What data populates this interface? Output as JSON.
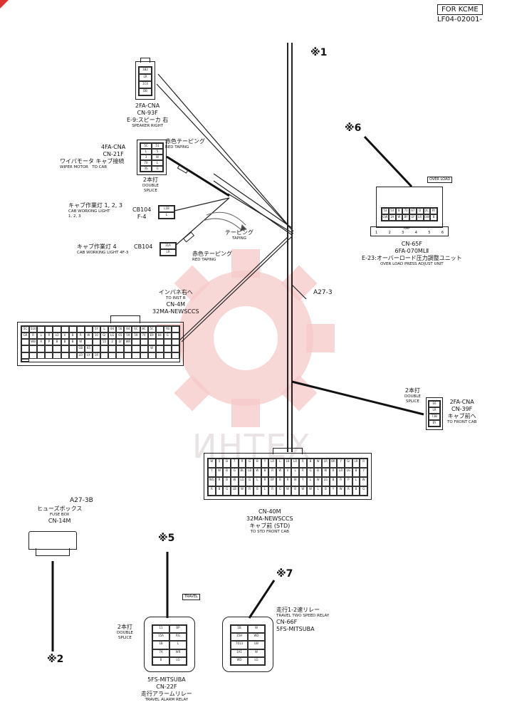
{
  "header": {
    "for_label": "FOR KCME",
    "doc_number": "LF04-02001-"
  },
  "watermark": "ИНТЕХ",
  "marks": {
    "m1": "※1",
    "m2": "※2",
    "m5": "※5",
    "m6": "※6",
    "m7": "※7"
  },
  "harness": {
    "a27_3": "A27-3",
    "a27_3b": "A27-3B"
  },
  "connectors": {
    "cn93f": {
      "l1": "2FA-CNA",
      "l2": "CN-93F",
      "l3": "E-9:スピーカ 右",
      "l4": "SPEAKER RIGHT",
      "pins": [
        "1B2",
        "LR",
        "1C4",
        "DB"
      ]
    },
    "cn21f": {
      "l1": "4FA-CNA",
      "l2": "CN-21F",
      "l3": "ワイパモータ",
      "l4": "WIPER MOTOR",
      "l5": "キャブ接続",
      "l6": "TO CAB",
      "splice_jp": "2本打",
      "splice_en1": "DOUBLE",
      "splice_en2": "SPLICE",
      "red_jp": "赤色テーピング",
      "red_en": "RED TAPING",
      "pins": [
        "5C",
        "51",
        "L",
        "5",
        "3",
        "W",
        "7X",
        "L",
        "3S",
        "G"
      ]
    },
    "cb104a": {
      "l1": "キャブ作業灯 1, 2, 3",
      "l2": "CAB WORKING LIGHT",
      "l3": "1, 2, 3",
      "l4": "CB104",
      "l5": "F-4",
      "pins": [
        "L1B",
        "L"
      ]
    },
    "cb104b": {
      "l1": "キャブ作業灯 4",
      "l2": "CAB WORKING LIGHT 4F-3",
      "l3": "CB104",
      "pins": [
        "31A",
        "LR"
      ]
    },
    "taping": {
      "jp": "テーピング",
      "en": "TAPING",
      "red_jp": "赤色テーピング",
      "red_en": "RED TAPING"
    },
    "cn4m": {
      "l1": "インパネ右へ",
      "l2": "TO INST R",
      "l3": "CN-4M",
      "l4": "32MA-NEWSCCS",
      "pins": [
        "5C",
        "510",
        "",
        "",
        "",
        "",
        "",
        "",
        "",
        "5Y",
        "L",
        "84",
        "56",
        "84",
        "6C",
        "8C",
        "5C",
        "",
        "YB",
        "",
        "GR",
        "R",
        "L",
        "R",
        "LO",
        "V",
        "B",
        "R",
        "W",
        "10",
        "Gr",
        "LG",
        "65",
        "59",
        "59",
        "74",
        "E9",
        "84",
        "G",
        "",
        "",
        "WB",
        "R",
        "P",
        "B",
        "B",
        "B",
        "W",
        "",
        "",
        "55",
        "2",
        "LY",
        "WR",
        "",
        "",
        "",
        "",
        "",
        "",
        "",
        "",
        "",
        "",
        "",
        "",
        "",
        "GB",
        "65",
        "",
        "",
        "",
        "",
        "",
        "",
        "",
        "W",
        "",
        "",
        "",
        "",
        "",
        "",
        "",
        "",
        "",
        "",
        "LO",
        "LY",
        "1R",
        "",
        "",
        "",
        "",
        "",
        "",
        "",
        "",
        "",
        "",
        ""
      ]
    },
    "cn65f": {
      "mark": "OVER LOAD",
      "l1": "CN-65F",
      "l2": "6FA-070MLⅡ",
      "l3": "E-23:オーバーロード圧力調整ユニット",
      "l4": "OVER LOAD PRESS ADJUST UNIT",
      "pins": [
        "53",
        "53",
        "B",
        "71",
        "67",
        "D",
        "2C",
        "RY",
        "GW",
        "1A",
        "W",
        "BY",
        "LY",
        "LR",
        "GW",
        "B"
      ],
      "amp": "AMP",
      "nums": [
        "1",
        "2",
        "3",
        "4",
        "5",
        "6"
      ]
    },
    "cn39f": {
      "l1": "2FA-CNA",
      "l2": "CN-39F",
      "l3": "キャブ前へ",
      "l4": "TO FRONT CAB",
      "splice_jp": "2本打",
      "splice_en1": "DOUBLE",
      "splice_en2": "SPLICE",
      "pins": [
        "E6",
        "LR",
        "73B",
        "BY"
      ]
    },
    "cn40m": {
      "l1": "CN-40M",
      "l2": "32MA-NEWSCCS",
      "l3": "キャブ前 (STD)",
      "l4": "TO STD FRONT CAB",
      "pins": [
        "W",
        "5",
        "B",
        "7",
        "R",
        "G",
        "B",
        "Y",
        "LR",
        "L",
        "1B",
        "LR",
        "R",
        "B",
        "W",
        "LR",
        "BR",
        "Y",
        "Gr",
        "LR",
        "R",
        "Y",
        "W",
        "B",
        "G",
        "BL",
        "LB",
        "W",
        "B",
        "R",
        "W",
        "V",
        "L",
        "R",
        "G",
        "B",
        "W",
        "R",
        "LR",
        "LG",
        "B",
        "Y",
        "WG",
        "R",
        "B",
        "W",
        "LG",
        "G",
        "L",
        "R",
        "BY",
        "B",
        "R",
        "W",
        "Y",
        "L",
        "W",
        "LG",
        "B",
        "R",
        "P",
        "L",
        "W",
        "R",
        "B",
        "G",
        "LB",
        "W",
        "R",
        "B",
        "L",
        "R",
        "G",
        "W",
        "B",
        "W",
        "W",
        "L",
        "B",
        "Y",
        "W",
        "R",
        "B",
        "G"
      ]
    },
    "cn14m": {
      "l1": "ヒューズボックス",
      "l2": "FUSE BOX",
      "l3": "CN-14M"
    },
    "cn22f": {
      "tag": "TRAVEL",
      "splice_jp": "2本打",
      "splice_en1": "DOUBLE",
      "splice_en2": "SPLICE",
      "l1": "5FS-MITSUBA",
      "l2": "CN-22F",
      "l3": "走行アラームリレー",
      "l4": "TRAVEL ALARM RELAY",
      "pins": [
        "11",
        "BP",
        "15A",
        "RG",
        "1B",
        "L",
        "7A",
        "WR",
        "B",
        "LG"
      ]
    },
    "cn66f": {
      "l1": "走行1-2速リレー",
      "l2": "TRAVEL TWO SPEED RELAY",
      "l3": "CN-66F",
      "l4": "5FS-MITSUBA",
      "pins": [
        "1B",
        "W",
        "15H",
        "WD",
        "7013",
        "LW",
        "1A1",
        "W",
        "WD",
        "LG"
      ]
    }
  }
}
